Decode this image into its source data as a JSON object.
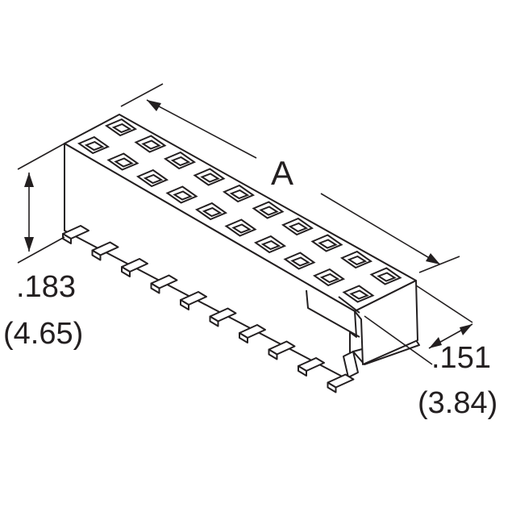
{
  "labels": {
    "length": "A",
    "height_in": ".183",
    "height_mm": "(4.65)",
    "depth_in": ".151",
    "depth_mm": "(3.84)"
  },
  "colors": {
    "line": "#231f20",
    "fill": "#ffffff"
  },
  "connector": {
    "rows": 2,
    "positions_per_row": 10,
    "pins_visible": 10
  }
}
